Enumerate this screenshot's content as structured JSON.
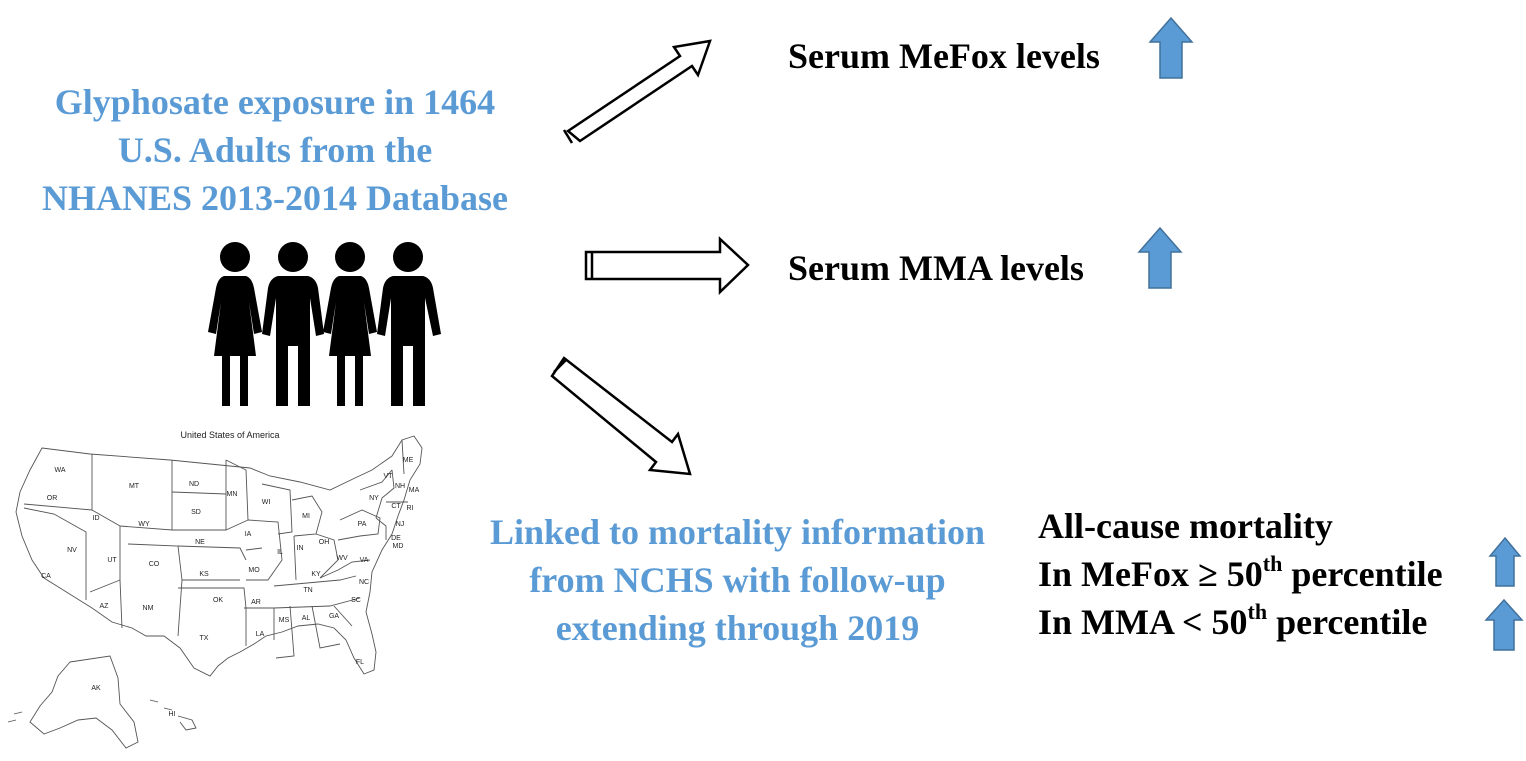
{
  "exposure": {
    "lines": [
      "Glyphosate exposure in 1464",
      "U.S. Adults from the",
      "NHANES 2013-2014 Database"
    ]
  },
  "outcomes": {
    "mefox": "Serum MeFox levels",
    "mma": "Serum MMA levels"
  },
  "linkage": {
    "lines": [
      "Linked to mortality information",
      "from NCHS with follow-up",
      "extending through 2019"
    ]
  },
  "mortality": {
    "line1": "All-cause mortality",
    "line2_prefix": "In MeFox ≥ 50",
    "line2_sup": "th",
    "line2_suffix": " percentile",
    "line3_prefix": "In MMA < 50",
    "line3_sup": "th",
    "line3_suffix": " percentile"
  },
  "map": {
    "title": "United States of America",
    "states": [
      "WA",
      "OR",
      "ID",
      "MT",
      "ND",
      "SD",
      "WY",
      "NE",
      "NV",
      "CA",
      "UT",
      "CO",
      "KS",
      "AZ",
      "NM",
      "OK",
      "TX",
      "MN",
      "IA",
      "MO",
      "AR",
      "LA",
      "WI",
      "IL",
      "MI",
      "IN",
      "OH",
      "KY",
      "TN",
      "MS",
      "AL",
      "GA",
      "FL",
      "SC",
      "NC",
      "VA",
      "WV",
      "PA",
      "NY",
      "VT",
      "NH",
      "ME",
      "MA",
      "CT",
      "RI",
      "NJ",
      "DE",
      "MD",
      "AK",
      "HI"
    ]
  },
  "colors": {
    "title_blue": "#5b9bd5",
    "up_arrow_fill": "#5b9bd5",
    "up_arrow_stroke": "#41719c"
  },
  "icons": {
    "up_arrow": "up-arrow-icon",
    "people": "people-group-icon",
    "map": "us-map-icon",
    "flow_arrow": "flow-arrow-icon"
  }
}
